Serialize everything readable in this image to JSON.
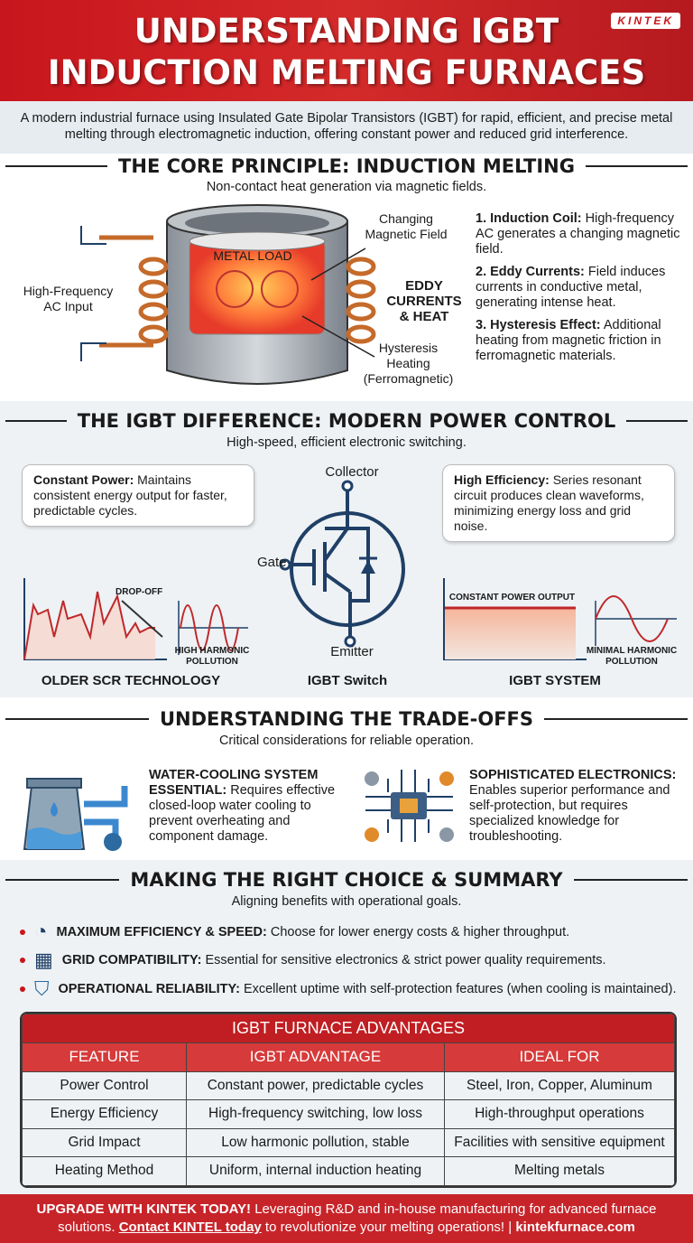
{
  "header": {
    "title_line1": "UNDERSTANDING IGBT",
    "title_line2": "INDUCTION MELTING FURNACES",
    "logo": "KINTEK"
  },
  "intro": "A modern industrial furnace using Insulated Gate Bipolar Transistors (IGBT) for rapid, efficient, and precise metal melting through electromagnetic induction, offering constant power and reduced grid interference.",
  "core": {
    "title": "THE CORE PRINCIPLE: INDUCTION MELTING",
    "subtitle": "Non-contact heat generation via magnetic fields.",
    "labels": {
      "ac_input": "High-Frequency AC Input",
      "metal_load": "METAL LOAD",
      "magnetic_field": "Changing Magnetic Field",
      "eddy": "EDDY CURRENTS & HEAT",
      "hysteresis": "Hysteresis Heating (Ferromagnetic)"
    },
    "points": [
      {
        "head": "1. Induction Coil:",
        "text": "High-frequency AC generates a changing magnetic field."
      },
      {
        "head": "2. Eddy Currents:",
        "text": "Field induces currents in conductive metal, generating intense heat."
      },
      {
        "head": "3. Hysteresis Effect:",
        "text": "Additional heating from magnetic friction in ferromagnetic materials."
      }
    ]
  },
  "igbt": {
    "title": "THE IGBT DIFFERENCE: MODERN POWER CONTROL",
    "subtitle": "High-speed, efficient electronic switching.",
    "callout_left": {
      "head": "Constant Power:",
      "text": "Maintains consistent energy output for faster, predictable cycles."
    },
    "callout_right": {
      "head": "High Efficiency:",
      "text": "Series resonant circuit produces clean waveforms, minimizing energy loss and grid noise."
    },
    "switch": {
      "collector": "Collector",
      "gate": "Gate",
      "emitter": "Emitter",
      "caption": "IGBT Switch"
    },
    "scr": {
      "drop": "DROP-OFF",
      "harmonic": "HIGH HARMONIC POLLUTION",
      "caption": "OLDER SCR TECHNOLOGY"
    },
    "system": {
      "constant": "CONSTANT POWER OUTPUT",
      "harmonic": "MINIMAL HARMONIC POLLUTION",
      "caption": "IGBT SYSTEM"
    },
    "colors": {
      "signal": "#c0282b",
      "navy": "#1f3f66"
    }
  },
  "tradeoffs": {
    "title": "UNDERSTANDING THE TRADE-OFFS",
    "subtitle": "Critical considerations for reliable operation.",
    "items": [
      {
        "head": "WATER-COOLING SYSTEM ESSENTIAL:",
        "text": "Requires effective closed-loop water cooling to prevent overheating and component damage.",
        "icon": "water-cooling-icon"
      },
      {
        "head": "SOPHISTICATED ELECTRONICS:",
        "text": "Enables superior performance and self-protection, but requires specialized knowledge for troubleshooting.",
        "icon": "circuit-chip-icon"
      }
    ]
  },
  "summary": {
    "title": "MAKING THE RIGHT CHOICE & SUMMARY",
    "subtitle": "Aligning benefits with operational goals.",
    "bullets": [
      {
        "head": "MAXIMUM EFFICIENCY & SPEED:",
        "text": "Choose for lower energy costs & higher throughput.",
        "icon": "speedometer-icon"
      },
      {
        "head": "GRID COMPATIBILITY:",
        "text": "Essential for sensitive electronics & strict power quality requirements.",
        "icon": "grid-check-icon"
      },
      {
        "head": "OPERATIONAL RELIABILITY:",
        "text": "Excellent uptime with self-protection features (when cooling is maintained).",
        "icon": "shield-check-icon"
      }
    ]
  },
  "table": {
    "title": "IGBT FURNACE ADVANTAGES",
    "columns": [
      "FEATURE",
      "IGBT ADVANTAGE",
      "IDEAL FOR"
    ],
    "rows": [
      [
        "Power Control",
        "Constant power, predictable cycles",
        "Steel, Iron, Copper, Aluminum"
      ],
      [
        "Energy Efficiency",
        "High-frequency switching, low loss",
        "High-throughput operations"
      ],
      [
        "Grid Impact",
        "Low harmonic pollution, stable",
        "Facilities with sensitive equipment"
      ],
      [
        "Heating Method",
        "Uniform, internal induction heating",
        "Melting metals"
      ]
    ]
  },
  "footer": {
    "lead": "UPGRADE WITH KINTEK TODAY!",
    "text1": " Leveraging R&D and in-house manufacturing for advanced furnace solutions. ",
    "link": "Contact KINTEL today",
    "text2": " to revolutionize your melting operations!  |  ",
    "site": "kintekfurnace.com"
  }
}
